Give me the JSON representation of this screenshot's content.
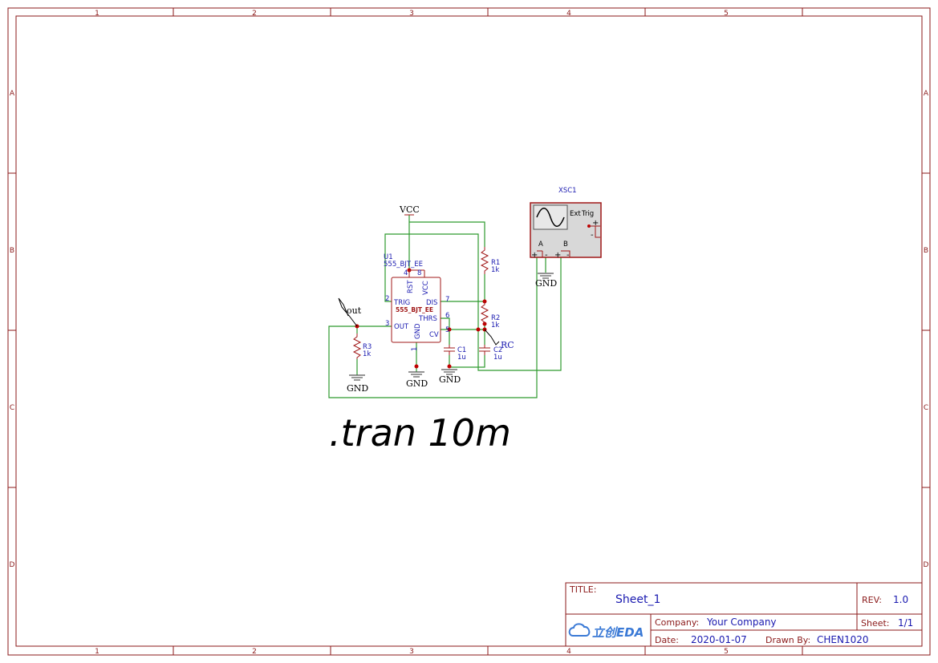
{
  "border": {
    "columns": [
      "1",
      "2",
      "3",
      "4",
      "5"
    ],
    "rows": [
      "A",
      "B",
      "C",
      "D"
    ]
  },
  "net_labels": {
    "vcc": "VCC",
    "gnd": "GND",
    "out": "out",
    "rc": "RC"
  },
  "components": {
    "u1": {
      "designator": "U1",
      "part": "555_BJT_EE",
      "body_label": "555_BJT_EE",
      "pins": {
        "rst": "RST",
        "vcc": "VCC",
        "trig": "TRIG",
        "dis": "DIS",
        "thrs": "THRS",
        "out": "OUT",
        "cv": "CV",
        "gnd": "GND"
      },
      "pin_numbers": {
        "p1": "1",
        "p2": "2",
        "p3": "3",
        "p4": "4",
        "p5": "5",
        "p6": "6",
        "p7": "7",
        "p8": "8"
      }
    },
    "r1": {
      "designator": "R1",
      "value": "1k"
    },
    "r2": {
      "designator": "R2",
      "value": "1k"
    },
    "r3": {
      "designator": "R3",
      "value": "1k"
    },
    "c1": {
      "designator": "C1",
      "value": "1u"
    },
    "c2": {
      "designator": "C2",
      "value": "1u"
    },
    "xsc1": {
      "designator": "XSC1",
      "ext": "Ext",
      "trig": "Trig",
      "channel_a": "A",
      "channel_b": "B"
    }
  },
  "directive": ".tran 10m",
  "title_block": {
    "title_label": "TITLE:",
    "title": "Sheet_1",
    "rev_label": "REV:",
    "rev": "1.0",
    "company_label": "Company:",
    "company": "Your Company",
    "sheet_label": "Sheet:",
    "sheet": "1/1",
    "date_label": "Date:",
    "date": "2020-01-07",
    "drawn_label": "Drawn By:",
    "drawn_by": "CHEN1020",
    "logo_text": "立创EDA"
  },
  "colors": {
    "frame": "#8b1a1a",
    "wire": "#2e9a2e",
    "component": "#a01818",
    "text_blue": "#1a1ab0"
  }
}
